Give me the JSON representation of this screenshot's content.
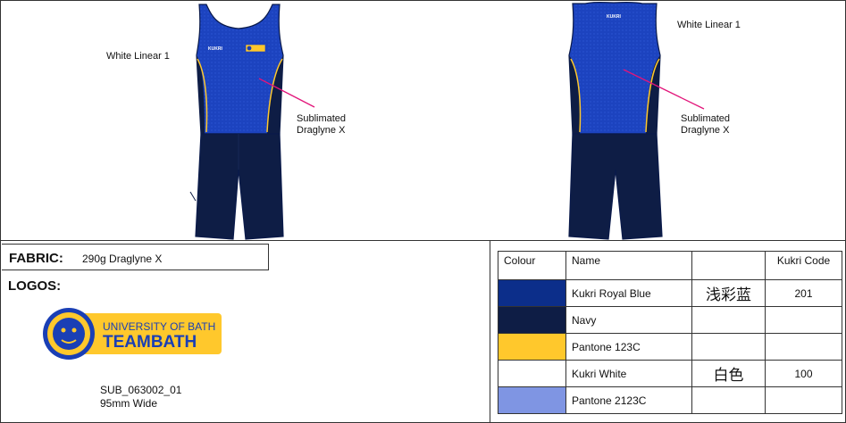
{
  "callouts": {
    "front_trim": "White Linear 1",
    "front_fabric_line1": "Sublimated",
    "front_fabric_line2": "Draglyne X",
    "back_trim": "White Linear 1",
    "back_fabric_line1": "Sublimated",
    "back_fabric_line2": "Draglyne X"
  },
  "fabric": {
    "label": "FABRIC:",
    "value": "290g Draglyne X"
  },
  "logos": {
    "label": "LOGOS:",
    "logo_line1": "UNIVERSITY OF BATH",
    "logo_line2": "TEAMBATH",
    "code": "SUB_063002_01",
    "size": "95mm Wide",
    "chest_brand": "KUKRI"
  },
  "colour_table": {
    "headers": {
      "colour": "Colour",
      "name": "Name",
      "cn": "",
      "code": "Kukri Code"
    },
    "rows": [
      {
        "swatch": "#0c2e8a",
        "name": "Kukri Royal Blue",
        "cn": "浅彩蓝",
        "code": "201"
      },
      {
        "swatch": "#0e1d45",
        "name": "Navy",
        "cn": "",
        "code": ""
      },
      {
        "swatch": "#ffc82c",
        "name": "Pantone 123C",
        "cn": "",
        "code": ""
      },
      {
        "swatch": "#ffffff",
        "name": "Kukri White",
        "cn": "白色",
        "code": "100"
      },
      {
        "swatch": "#7f95e3",
        "name": "Pantone 2123C",
        "cn": "",
        "code": ""
      }
    ]
  },
  "colors": {
    "royal_blue": "#1a3fb5",
    "navy": "#0e1d45",
    "gold": "#ffc82c",
    "callout_line": "#e2157a"
  }
}
